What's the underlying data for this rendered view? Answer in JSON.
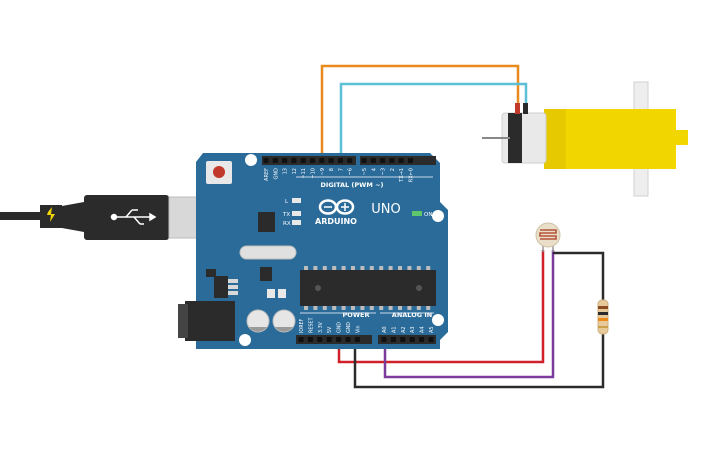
{
  "board": {
    "brand": "ARDUINO",
    "model": "UNO",
    "digital_label": "DIGITAL (PWM ~)",
    "power_label": "POWER",
    "analog_label": "ANALOG IN",
    "led_l": "L",
    "led_tx": "TX",
    "led_rx": "RX",
    "led_on": "ON",
    "digital_pins": [
      "AREF",
      "GND",
      "13",
      "12",
      "~11",
      "~10",
      "~9",
      "8",
      "7",
      "~6",
      "~5",
      "4",
      "~3",
      "2",
      "TX→1",
      "RX←0"
    ],
    "power_pins": [
      "IOREF",
      "RESET",
      "3.3V",
      "5V",
      "GND",
      "GND",
      "Vin"
    ],
    "analog_pins": [
      "A0",
      "A1",
      "A2",
      "A3",
      "A4",
      "A5"
    ]
  },
  "colors": {
    "board": "#2a6b9a",
    "header": "#2b2b2b",
    "wire_orange": "#e98a1d",
    "wire_cyan": "#5bc0d6",
    "wire_red": "#d0202a",
    "wire_purple": "#7b3a9e",
    "wire_black": "#2b2b2b",
    "motor_yellow": "#f2d600"
  },
  "icons": {
    "usb": "usb-icon",
    "arduino_logo": "infinity-logo"
  }
}
